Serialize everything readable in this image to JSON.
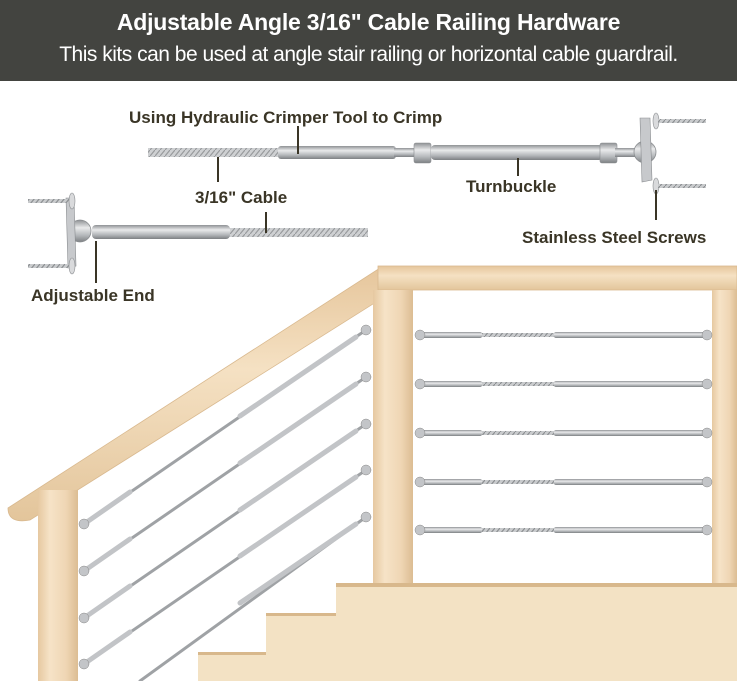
{
  "header": {
    "title": "Adjustable Angle 3/16\" Cable Railing Hardware",
    "subtitle": "This kits can be used at angle stair railing or horizontal cable guardrail."
  },
  "callouts": {
    "crimp": "Using Hydraulic Crimper Tool to Crimp",
    "cable": "3/16\" Cable",
    "turnbuckle": "Turnbuckle",
    "screws": "Stainless Steel Screws",
    "adjustable_end": "Adjustable End"
  },
  "colors": {
    "header_bg": "#434440",
    "label_text": "#3a3526",
    "wood_light": "#f2ddbd",
    "wood_mid": "#e8cba2",
    "steel": "#b9bcbf"
  },
  "illustration": {
    "stair_cable_runs": 5,
    "horizontal_cable_runs": 5,
    "stair_steps": 3
  }
}
